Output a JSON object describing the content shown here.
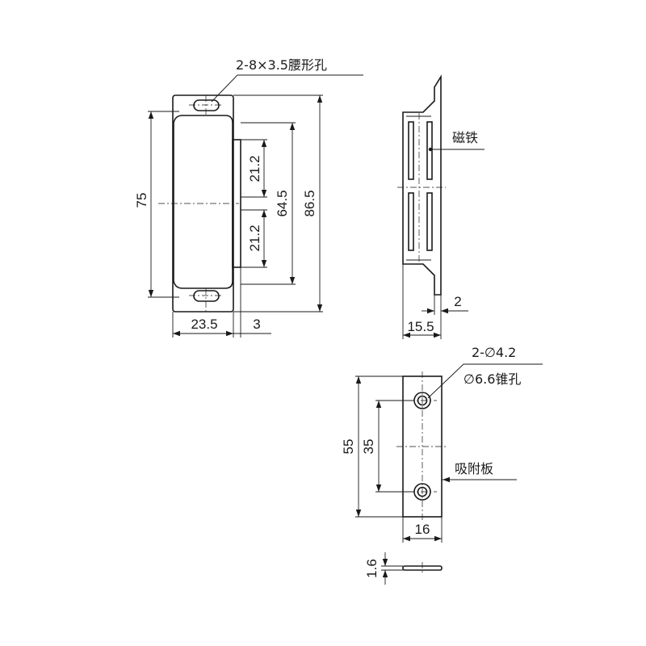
{
  "front_view": {
    "callout_slots": "2-8×3.5腰形孔",
    "dim_height_75": "75",
    "dim_height_86_5": "86.5",
    "dim_spacing_64_5": "64.5",
    "dim_upper_21_2": "21.2",
    "dim_lower_21_2": "21.2",
    "dim_width_23_5": "23.5",
    "dim_width_3": "3"
  },
  "side_view": {
    "label_magnet": "磁铁",
    "dim_thickness_2": "2",
    "dim_depth_15_5": "15.5"
  },
  "plate_view": {
    "callout_holes": "2-∅4.2",
    "callout_countersink": "∅6.6锥孔",
    "label_plate": "吸附板",
    "dim_height_55": "55",
    "dim_hole_spacing_35": "35",
    "dim_width_16": "16",
    "dim_thickness_1_6": "1.6"
  }
}
